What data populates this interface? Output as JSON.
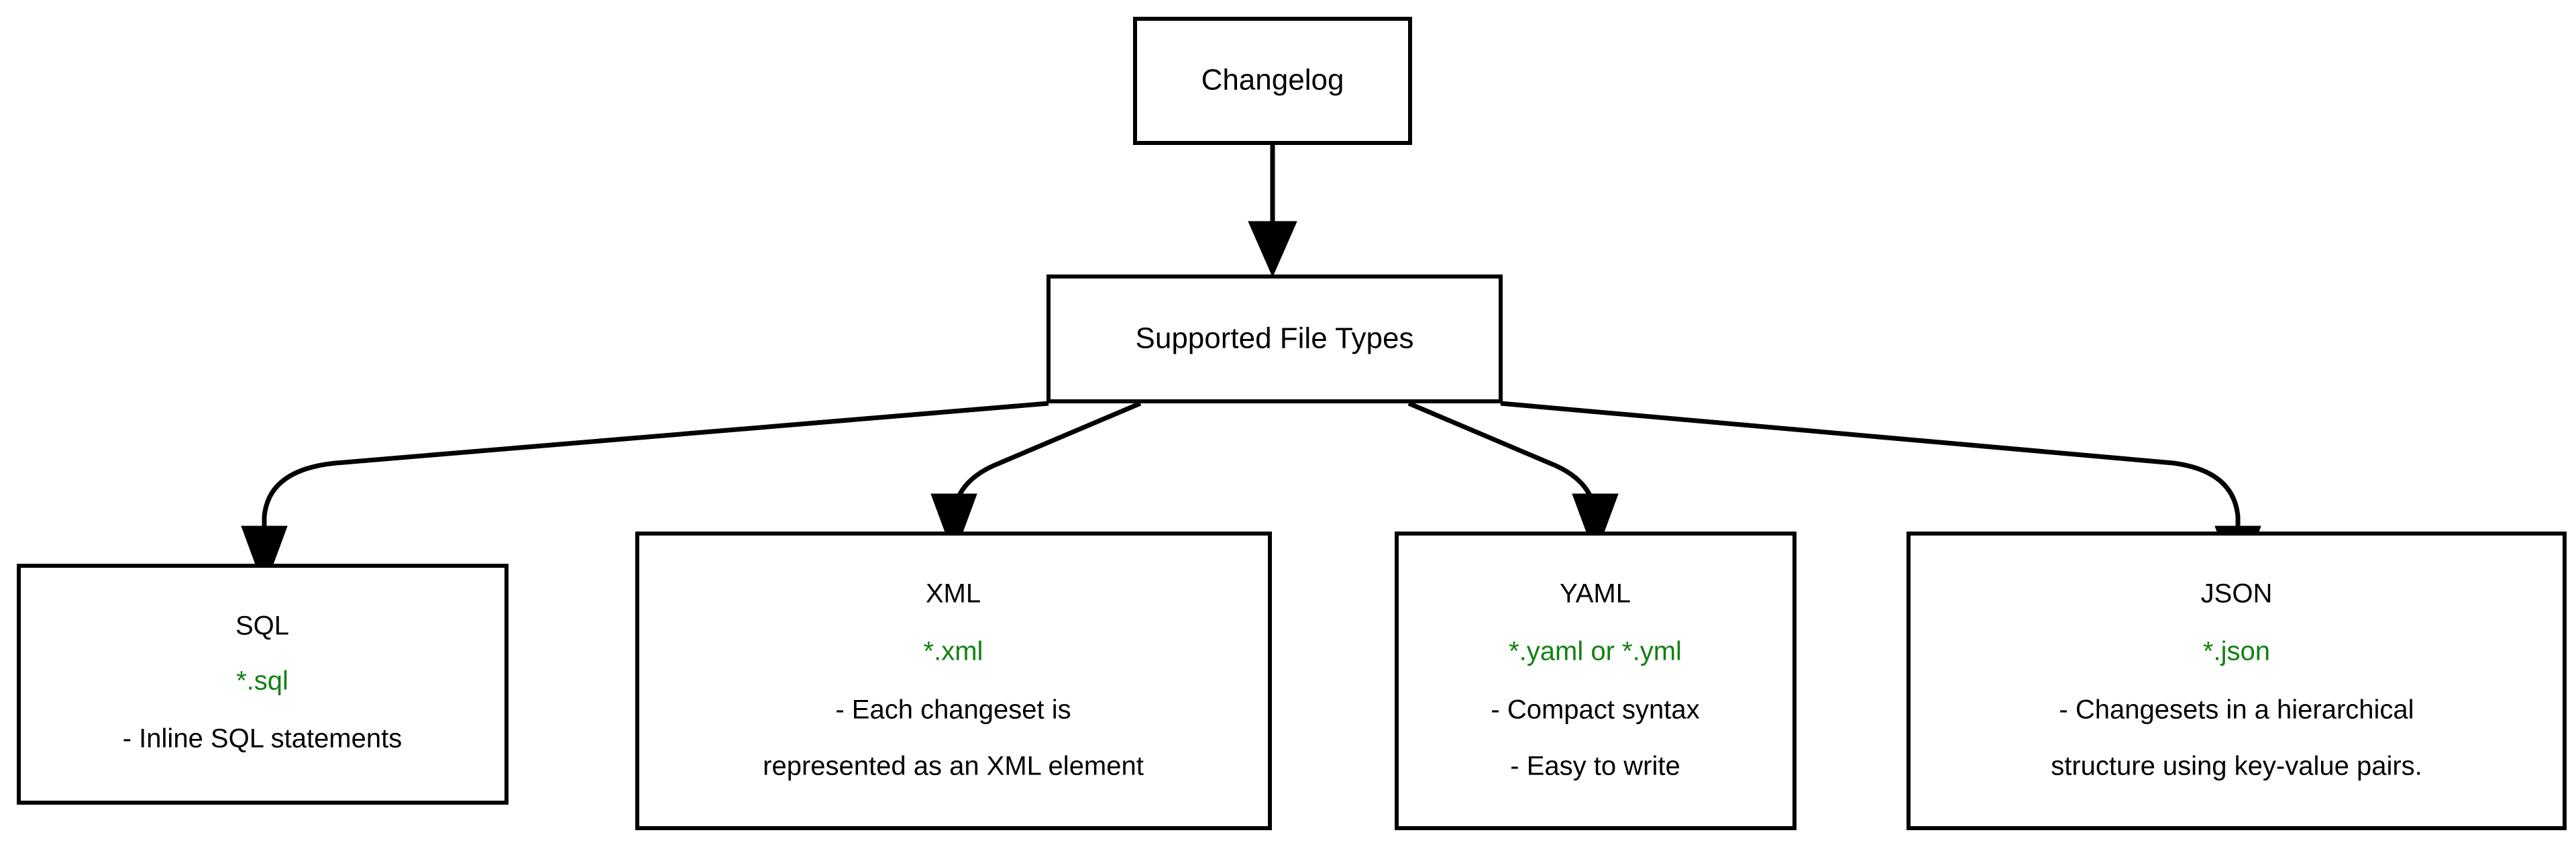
{
  "diagram": {
    "title": "Changelog Supported File Types",
    "colors": {
      "background": "#ffffff",
      "node_border": "#000000",
      "node_fill": "#ffffff",
      "text": "#000000",
      "extension_green": "#128112",
      "edge": "#000000"
    },
    "root": {
      "label": "Changelog"
    },
    "middle": {
      "label": "Supported File Types"
    },
    "children": [
      {
        "id": "sql",
        "title": "SQL",
        "extension": "*.sql",
        "description_lines": [
          "- Inline SQL statements"
        ]
      },
      {
        "id": "xml",
        "title": "XML",
        "extension": "*.xml",
        "description_lines": [
          "- Each changeset is",
          "represented as an XML element"
        ]
      },
      {
        "id": "yaml",
        "title": "YAML",
        "extension": "*.yaml or *.yml",
        "description_lines": [
          "- Compact syntax",
          "- Easy to write"
        ]
      },
      {
        "id": "json",
        "title": "JSON",
        "extension": "*.json",
        "description_lines": [
          "- Changesets in a hierarchical",
          "structure using key-value pairs."
        ]
      }
    ]
  }
}
